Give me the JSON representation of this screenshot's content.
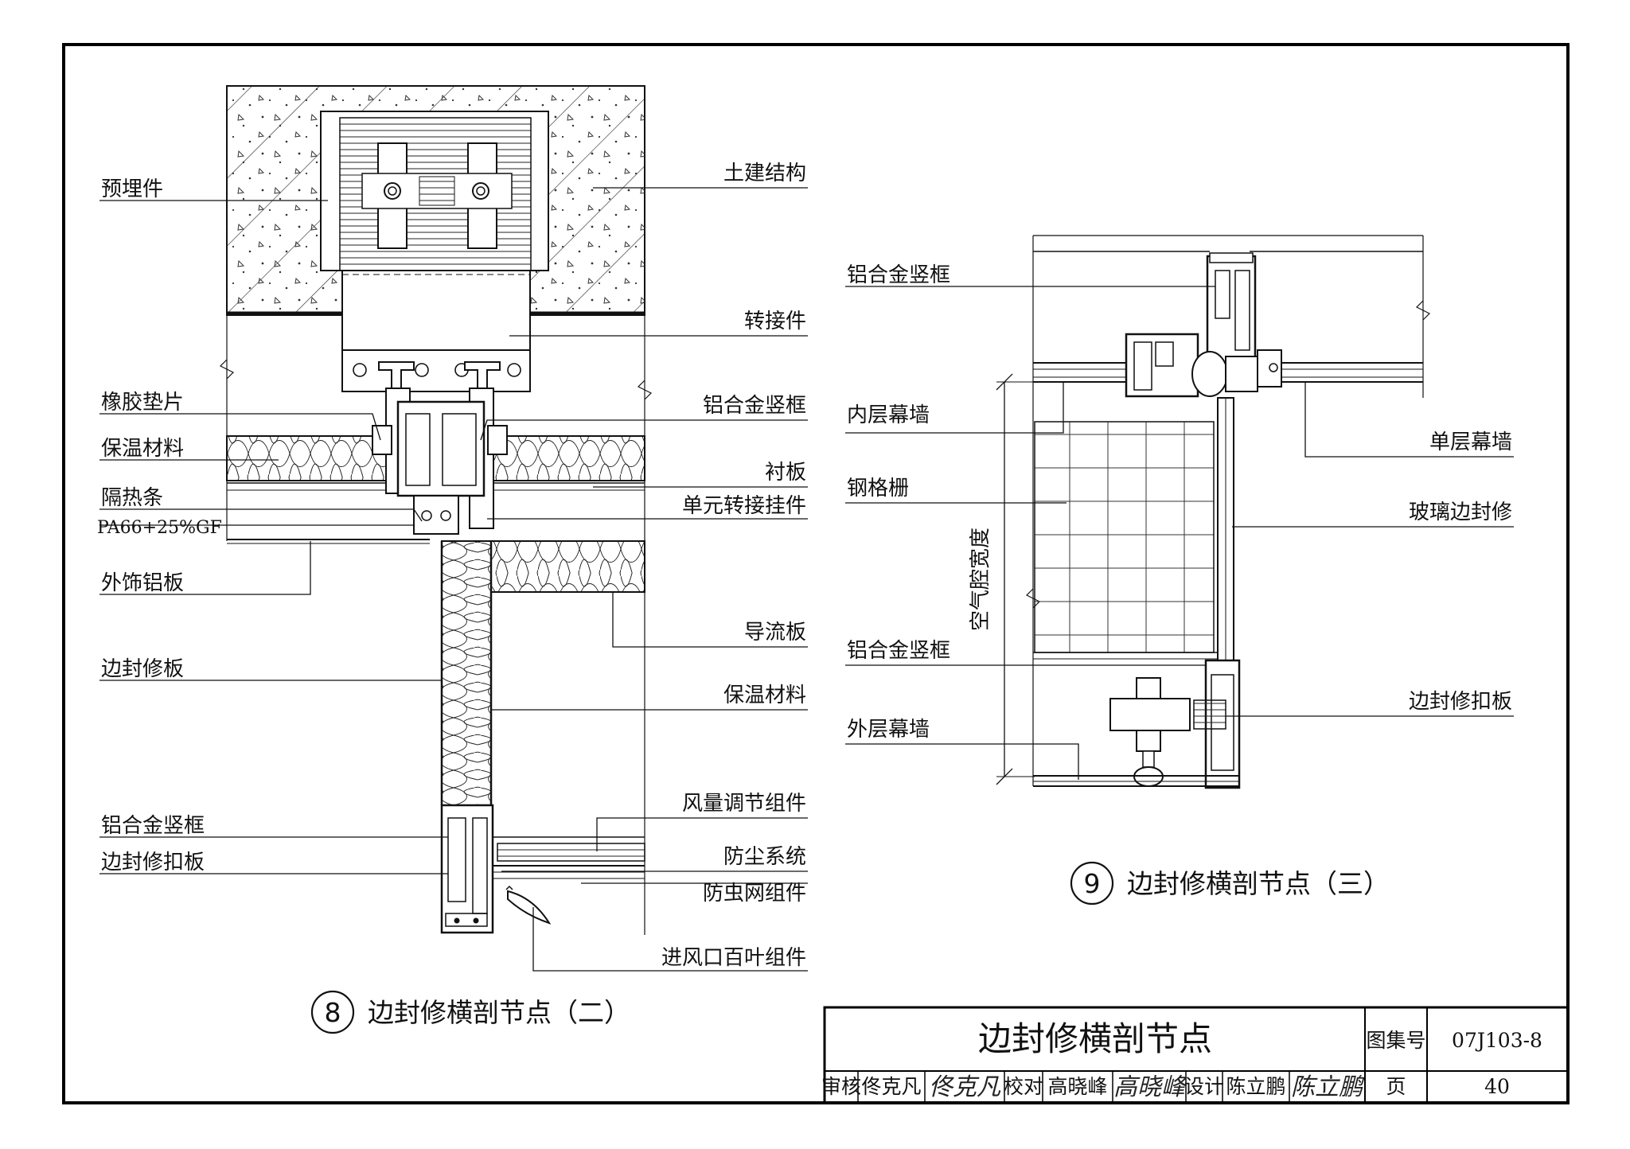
{
  "detail8": {
    "number": "8",
    "caption": "边封修横剖节点（二）",
    "labels": {
      "l1": "预埋件",
      "l2": "橡胶垫片",
      "l3": "保温材料",
      "l4": "隔热条",
      "l5": "PA66+25%GF",
      "l6": "外饰铝板",
      "l7": "边封修板",
      "l8": "铝合金竖框",
      "l9": "边封修扣板",
      "r1": "土建结构",
      "r2": "转接件",
      "r3": "铝合金竖框",
      "r4": "衬板",
      "r5": "单元转接挂件",
      "r6": "导流板",
      "r7": "保温材料",
      "r8": "风量调节组件",
      "r9": "防尘系统",
      "r10": "防虫网组件",
      "r11": "进风口百叶组件"
    }
  },
  "detail9": {
    "number": "9",
    "caption": "边封修横剖节点（三）",
    "labels": {
      "l1": "铝合金竖框",
      "l2": "内层幕墙",
      "l3": "钢格栅",
      "l4": "铝合金竖框",
      "l5": "外层幕墙",
      "vertical": "空气腔宽度",
      "r1": "单层幕墙",
      "r2": "玻璃边封修",
      "r3": "边封修扣板"
    }
  },
  "title_block": {
    "title": "边封修横剖节点",
    "atlas_label": "图集号",
    "atlas_no": "07J103-8",
    "review_label": "审核",
    "reviewer": "佟克凡",
    "reviewer_sig": "佟克凡",
    "check_label": "校对",
    "checker": "高晓峰",
    "checker_sig": "高晓峰",
    "design_label": "设计",
    "designer": "陈立鹏",
    "designer_sig": "陈立鹏",
    "page_label": "页",
    "page_no": "40"
  }
}
